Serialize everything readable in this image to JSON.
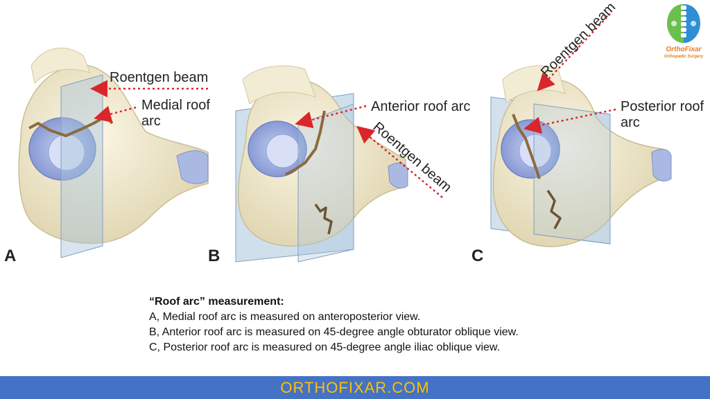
{
  "panels": {
    "a": {
      "letter": "A",
      "beam_label": "Roentgen beam",
      "arc_label_line1": "Medial roof",
      "arc_label_line2": "arc"
    },
    "b": {
      "letter": "B",
      "arc_label": "Anterior roof arc",
      "beam_label": "Roentgen beam"
    },
    "c": {
      "letter": "C",
      "beam_label": "Roentgen beam",
      "arc_label_line1": "Posterior roof",
      "arc_label_line2": "arc"
    }
  },
  "caption": {
    "heading": "“Roof arc” measurement:",
    "line_a": "A, Medial roof arc is measured on anteroposterior view.",
    "line_b": "B, Anterior roof arc is measured on 45-degree angle obturator oblique view.",
    "line_c": "C, Posterior roof arc is measured on 45-degree angle iliac oblique view."
  },
  "logo": {
    "brand": "OrthoFixar",
    "subtitle": "Orthopedic Surgery"
  },
  "footer": {
    "site": "ORTHOFIXAR.COM"
  },
  "colors": {
    "footer_bg": "#4472c4",
    "footer_text": "#ffc000",
    "beam_arrow": "#d9262c",
    "plane": "#a9c4dc",
    "bone": "#efe8cc",
    "cartilage": "#8fa3d6"
  }
}
